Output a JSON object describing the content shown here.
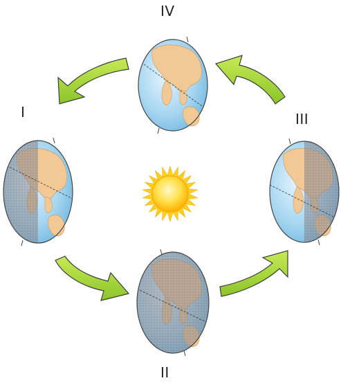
{
  "labels": {
    "iv": "IV",
    "i": "I",
    "iii": "III",
    "ii": "II"
  },
  "colors": {
    "ocean": "#9fd0ec",
    "land": "#f2c994",
    "shadow": "#7f7f88",
    "arrow_fill": "#a6d93a",
    "arrow_edge": "#3c3c3c",
    "sun_core": "#ffd83a",
    "sun_rays": "#ffcf1f"
  },
  "icons": [
    "sun-icon",
    "earth-globe-icon",
    "curved-arrow-icon"
  ]
}
